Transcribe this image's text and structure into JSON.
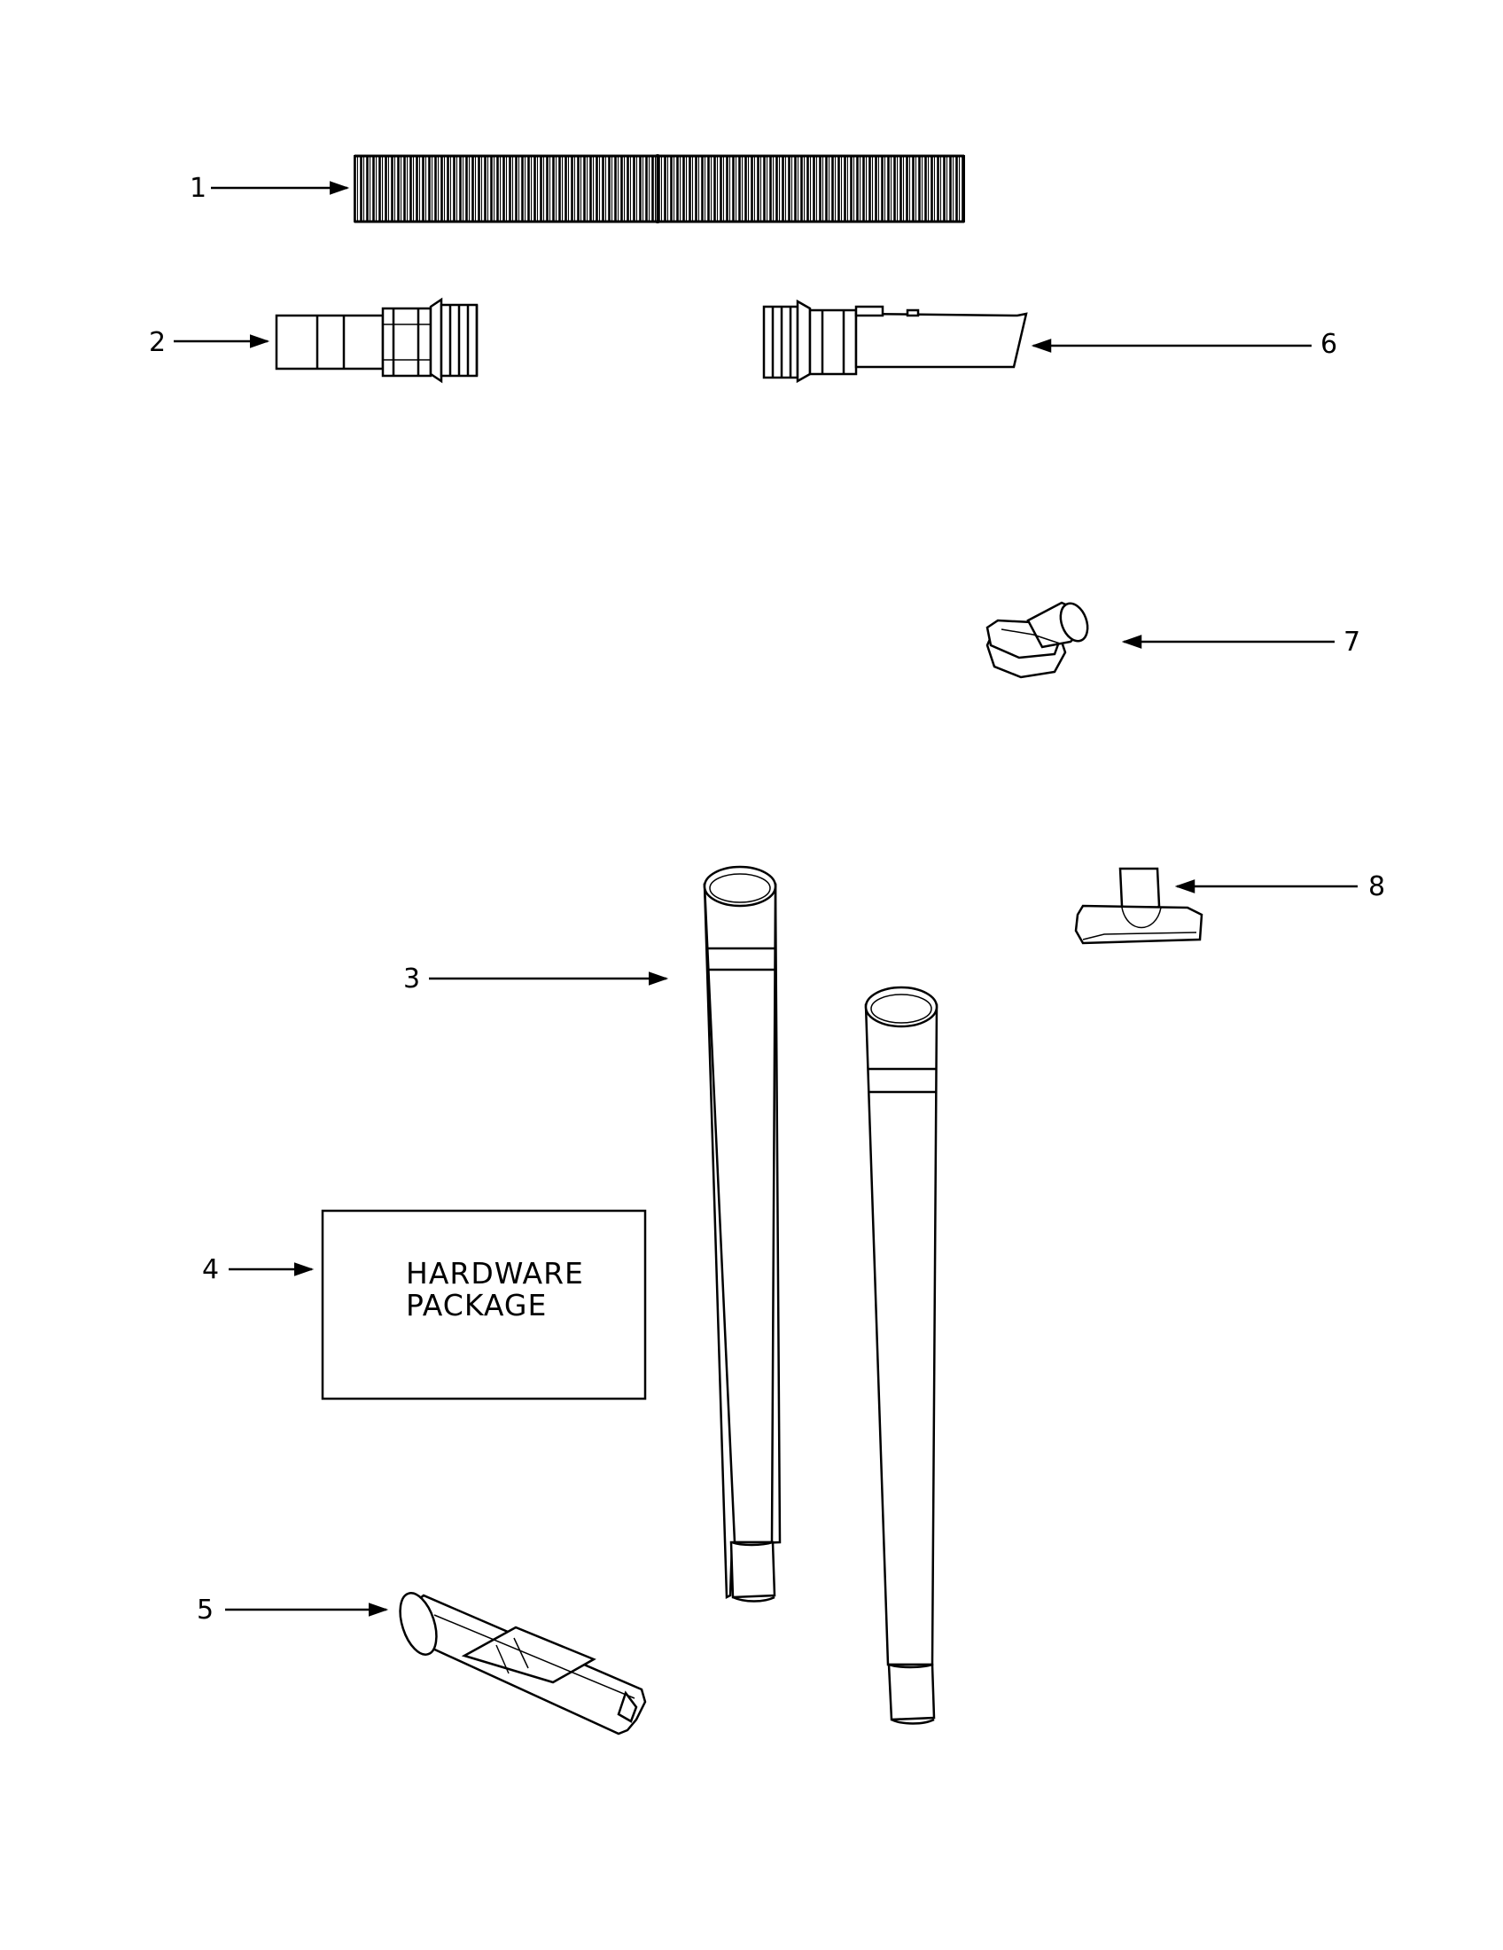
{
  "diagram": {
    "callouts": [
      {
        "id": "1"
      },
      {
        "id": "2"
      },
      {
        "id": "3"
      },
      {
        "id": "4"
      },
      {
        "id": "5"
      },
      {
        "id": "6"
      },
      {
        "id": "7"
      },
      {
        "id": "8"
      }
    ],
    "hardware_package": {
      "line1": "HARDWARE",
      "line2": "PACKAGE"
    }
  }
}
